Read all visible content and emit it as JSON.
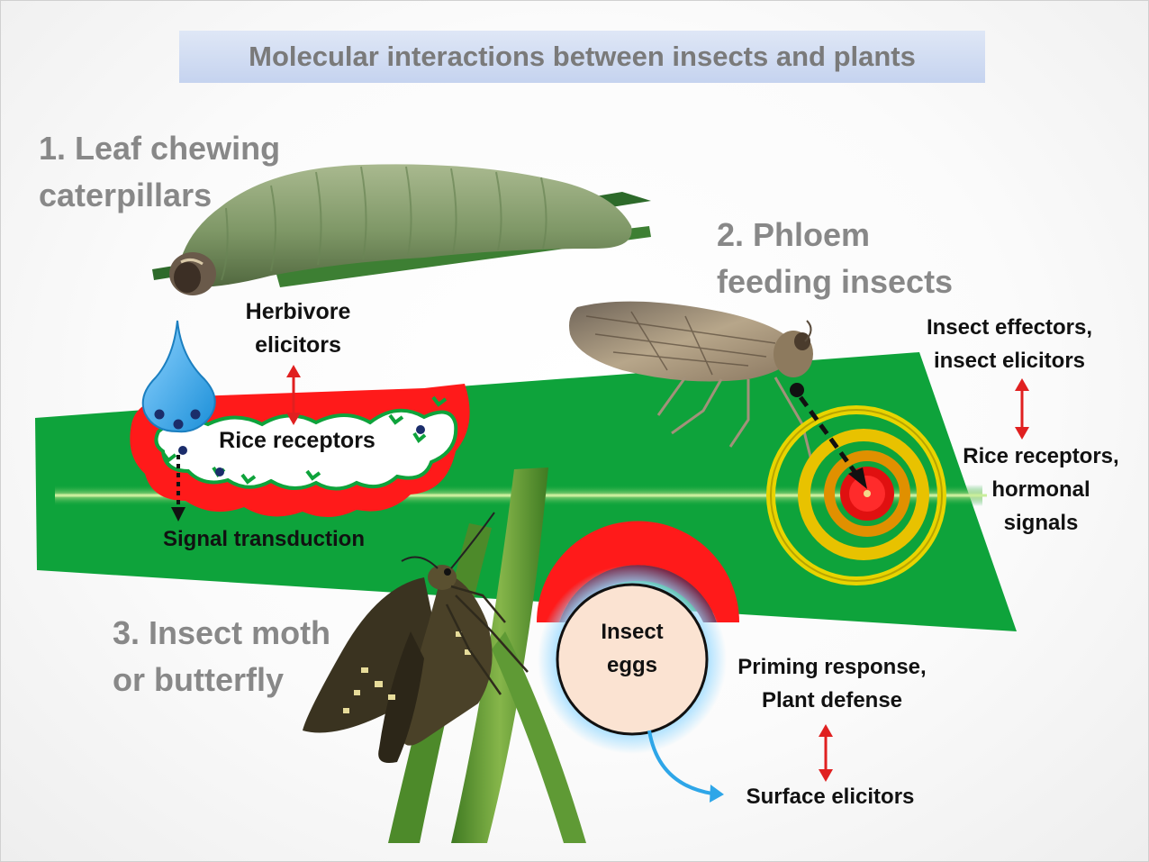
{
  "title": "Molecular interactions between insects and plants",
  "sections": {
    "caterpillar": {
      "line1": "1. Leaf chewing",
      "line2": "caterpillars"
    },
    "phloem": {
      "line1": "2. Phloem",
      "line2": "feeding insects"
    },
    "moth": {
      "line1": "3. Insect moth",
      "line2": "or butterfly"
    }
  },
  "labels": {
    "herbivore_elicitors": {
      "line1": "Herbivore",
      "line2": "elicitors"
    },
    "rice_receptors": "Rice receptors",
    "signal_transduction": "Signal transduction",
    "insect_effectors": {
      "line1": "Insect effectors,",
      "line2": "insect elicitors"
    },
    "rice_receptors_hormonal": {
      "line1": "Rice receptors,",
      "line2": "hormonal",
      "line3": "signals"
    },
    "insect_eggs": {
      "line1": "Insect",
      "line2": "eggs"
    },
    "priming": {
      "line1": "Priming response,",
      "line2": "Plant defense"
    },
    "surface_elicitors": "Surface elicitors"
  },
  "colors": {
    "leaf_green": "#0ea33b",
    "receptor_red": "#ff1a1a",
    "arrow_red": "#e02020",
    "droplet_blue": "#3aa8e8",
    "title_gray": "#7a7a7a",
    "egg_fill": "#fbe3d2",
    "ring_yellow": "#e8d400"
  }
}
